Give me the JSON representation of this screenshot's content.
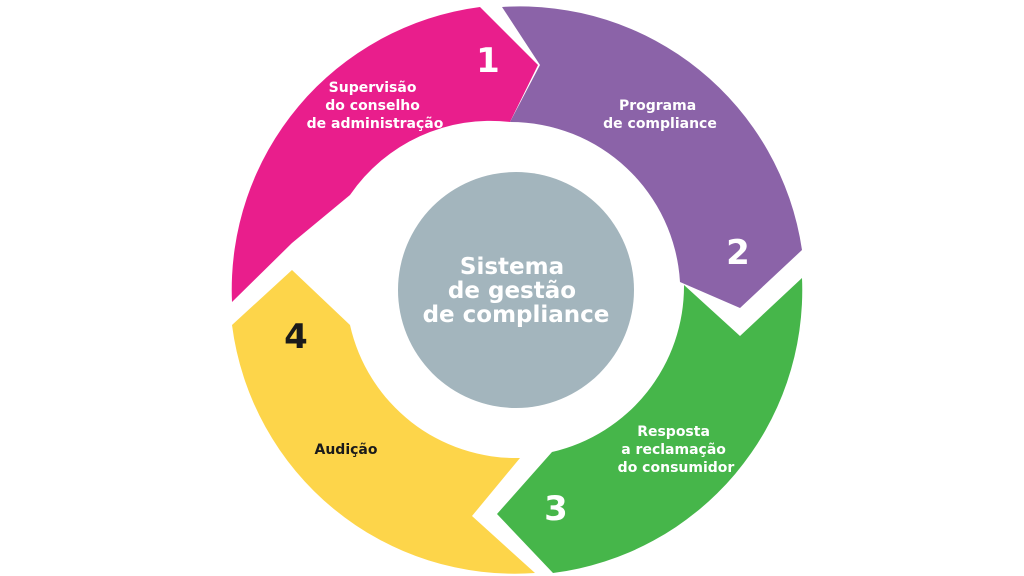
{
  "center": {
    "lines": [
      "Sistema",
      "de gestão",
      "de compliance"
    ],
    "color": "#a3b5bd"
  },
  "segments": [
    {
      "number": "1",
      "lines": [
        "Supervisão",
        "do conselho",
        "de administração"
      ],
      "color": "#e91e8c",
      "text_color": "#ffffff",
      "number_color": "#ffffff"
    },
    {
      "number": "2",
      "lines": [
        "Programa",
        "de compliance"
      ],
      "color": "#8b63a8",
      "text_color": "#ffffff",
      "number_color": "#ffffff"
    },
    {
      "number": "3",
      "lines": [
        "Resposta",
        "a reclamação",
        "do consumidor"
      ],
      "color": "#46b64a",
      "text_color": "#ffffff",
      "number_color": "#ffffff"
    },
    {
      "number": "4",
      "lines": [
        "Audição"
      ],
      "color": "#fdd54a",
      "text_color": "#1a1a1a",
      "number_color": "#1a1a1a"
    }
  ]
}
